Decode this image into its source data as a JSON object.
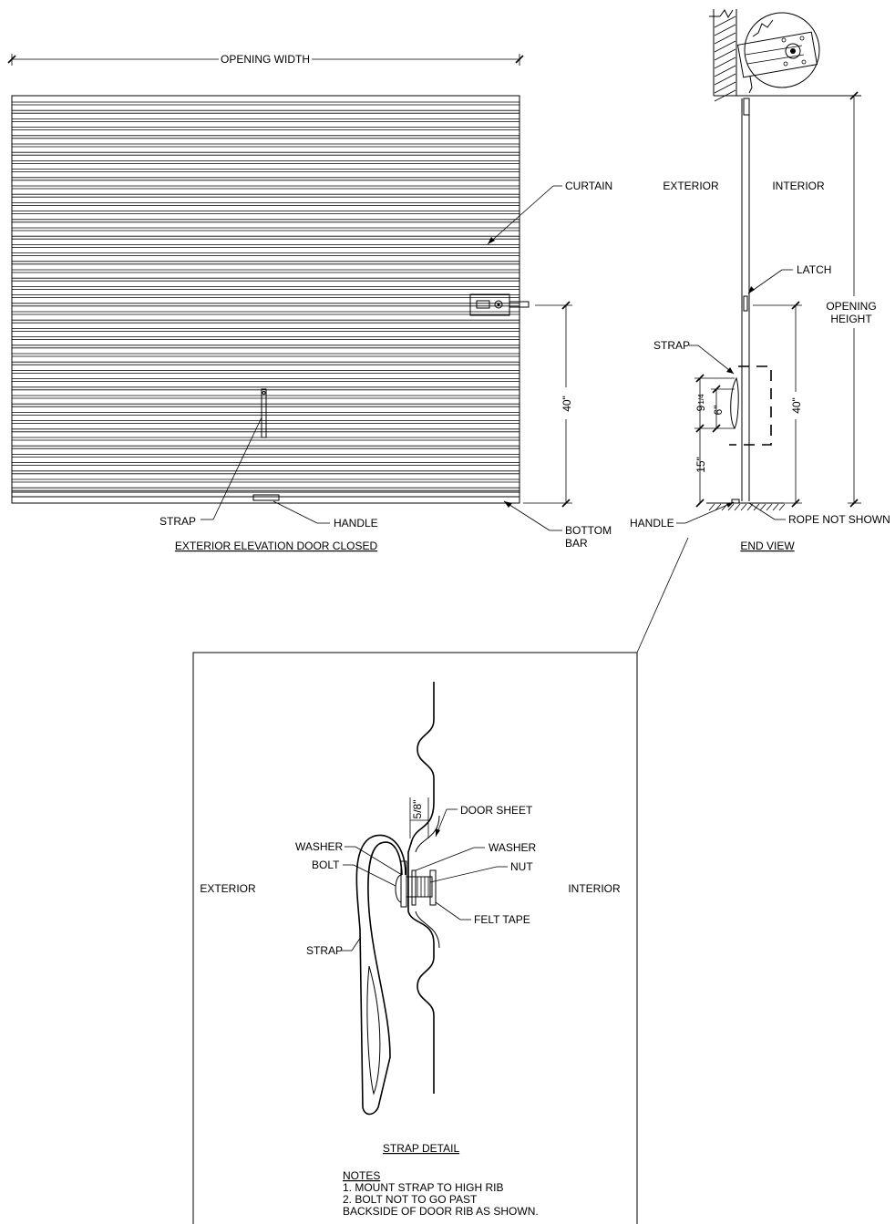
{
  "elevation": {
    "title": "EXTERIOR ELEVATION DOOR CLOSED",
    "opening_width": "OPENING WIDTH",
    "curtain": "CURTAIN",
    "strap": "STRAP",
    "handle": "HANDLE",
    "bottom_bar": [
      "BOTTOM",
      "BAR"
    ],
    "dim_40": "40\""
  },
  "end_view": {
    "title": "END VIEW",
    "exterior": "EXTERIOR",
    "interior": "INTERIOR",
    "latch": "LATCH",
    "opening_height": [
      "OPENING",
      "HEIGHT"
    ],
    "strap": "STRAP",
    "dim_9": "9",
    "dim_9_frac": "1/4",
    "dim_6": "6\"",
    "dim_15": "15\"",
    "dim_40": "40\"",
    "handle": "HANDLE",
    "rope_not_shown": "ROPE NOT SHOWN"
  },
  "strap_detail": {
    "title": "STRAP DETAIL",
    "exterior": "EXTERIOR",
    "interior": "INTERIOR",
    "door_sheet": "DOOR SHEET",
    "washer_left": "WASHER",
    "bolt": "BOLT",
    "washer_right": "WASHER",
    "nut": "NUT",
    "felt_tape": "FELT TAPE",
    "strap": "STRAP",
    "dim_5_8": "5/8\"",
    "notes_title": "NOTES",
    "notes": [
      "1. MOUNT STRAP TO HIGH RIB",
      "2. BOLT NOT TO GO PAST",
      "BACKSIDE OF DOOR RIB AS SHOWN."
    ]
  }
}
